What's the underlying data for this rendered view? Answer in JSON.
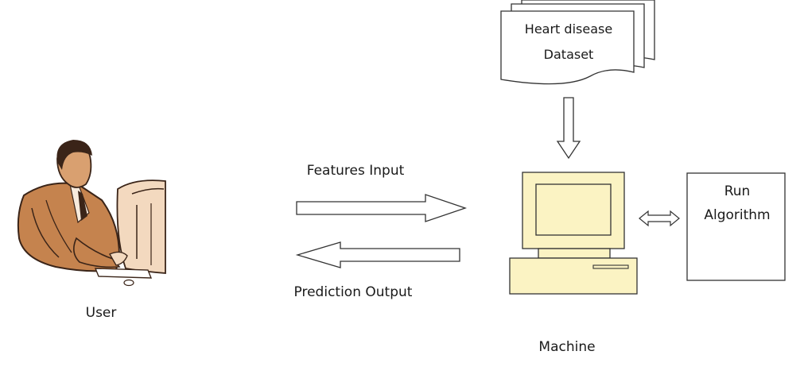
{
  "dataset": {
    "line1": "Heart disease",
    "line2": "Dataset"
  },
  "arrows": {
    "features_input": "Features Input",
    "prediction_output": "Prediction Output"
  },
  "user": {
    "label": "User"
  },
  "machine": {
    "label": "Machine"
  },
  "algorithm": {
    "line1": "Run",
    "line2": "Algorithm"
  },
  "colors": {
    "computer_fill": "#fbf3c3",
    "user_skin": "#c5834e",
    "user_dark": "#3a2418",
    "stroke": "#333333"
  },
  "icons": {
    "user": "user-at-computer-icon",
    "machine": "desktop-computer-icon"
  }
}
